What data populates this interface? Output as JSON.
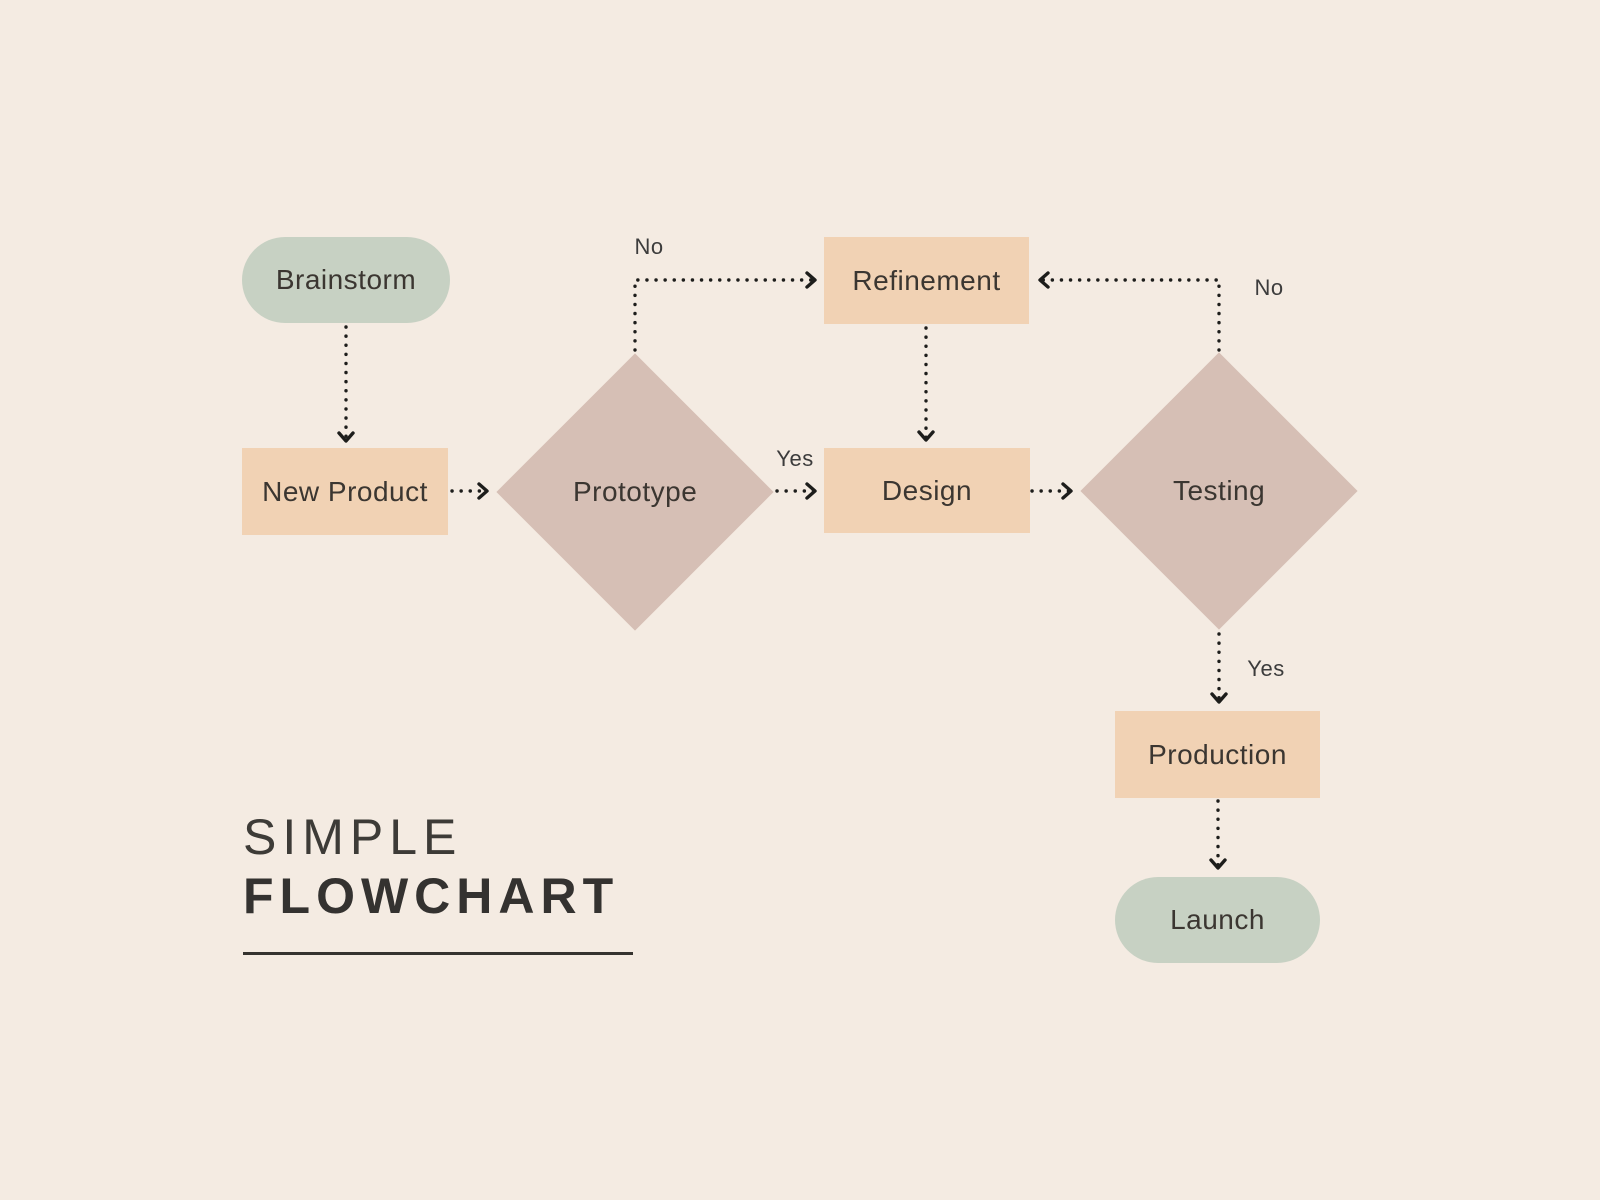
{
  "title": {
    "line1": "SIMPLE",
    "line2": "FLOWCHART"
  },
  "nodes": {
    "brainstorm": {
      "label": "Brainstorm",
      "type": "terminal"
    },
    "new_product": {
      "label": "New Product",
      "type": "process"
    },
    "prototype": {
      "label": "Prototype",
      "type": "decision"
    },
    "refinement": {
      "label": "Refinement",
      "type": "process"
    },
    "design": {
      "label": "Design",
      "type": "process"
    },
    "testing": {
      "label": "Testing",
      "type": "decision"
    },
    "production": {
      "label": "Production",
      "type": "process"
    },
    "launch": {
      "label": "Launch",
      "type": "terminal"
    }
  },
  "edges": [
    {
      "from": "Brainstorm",
      "to": "New Product",
      "label": ""
    },
    {
      "from": "New Product",
      "to": "Prototype",
      "label": ""
    },
    {
      "from": "Prototype",
      "to": "Refinement",
      "label": "No"
    },
    {
      "from": "Prototype",
      "to": "Design",
      "label": "Yes"
    },
    {
      "from": "Refinement",
      "to": "Design",
      "label": ""
    },
    {
      "from": "Design",
      "to": "Testing",
      "label": ""
    },
    {
      "from": "Testing",
      "to": "Refinement",
      "label": "No"
    },
    {
      "from": "Testing",
      "to": "Production",
      "label": "Yes"
    },
    {
      "from": "Production",
      "to": "Launch",
      "label": ""
    }
  ],
  "colors": {
    "background": "#f4ebe2",
    "terminal_fill": "#c7d1c3",
    "process_fill": "#f1d2b4",
    "decision_fill": "#d6bfb5",
    "connector": "#1d1d1b",
    "node_text": "#3b3631",
    "title_text": "#343230"
  }
}
